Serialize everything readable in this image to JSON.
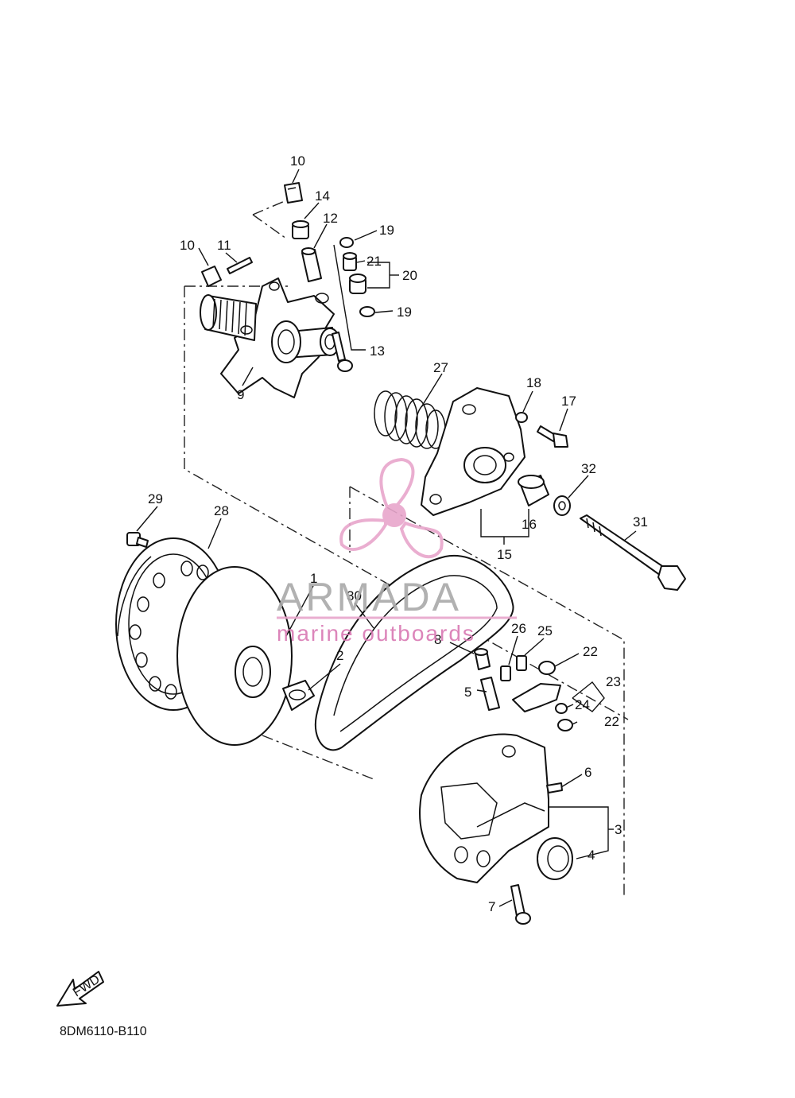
{
  "diagram": {
    "drawing_code": "8DM6110-B110",
    "direction_label": "FWD",
    "callouts": {
      "c1": "1",
      "c2": "2",
      "c3": "3",
      "c4": "4",
      "c5": "5",
      "c6": "6",
      "c7": "7",
      "c8": "8",
      "c9": "9",
      "c10a": "10",
      "c10b": "10",
      "c11": "11",
      "c12": "12",
      "c13": "13",
      "c14": "14",
      "c15": "15",
      "c16": "16",
      "c17": "17",
      "c18": "18",
      "c19a": "19",
      "c19b": "19",
      "c20": "20",
      "c21": "21",
      "c22a": "22",
      "c22b": "22",
      "c23": "23",
      "c24": "24",
      "c25": "25",
      "c26": "26",
      "c27": "27",
      "c28": "28",
      "c29": "29",
      "c30": "30",
      "c31": "31",
      "c32": "32"
    }
  },
  "watermark": {
    "brand": "ARMADA",
    "tagline": "marine outboards",
    "colors": {
      "pink": "#e8a6cc",
      "pink_dark": "#d978b3",
      "grey": "#a9a9a9"
    }
  },
  "colors": {
    "line": "#111111",
    "background": "#ffffff"
  }
}
